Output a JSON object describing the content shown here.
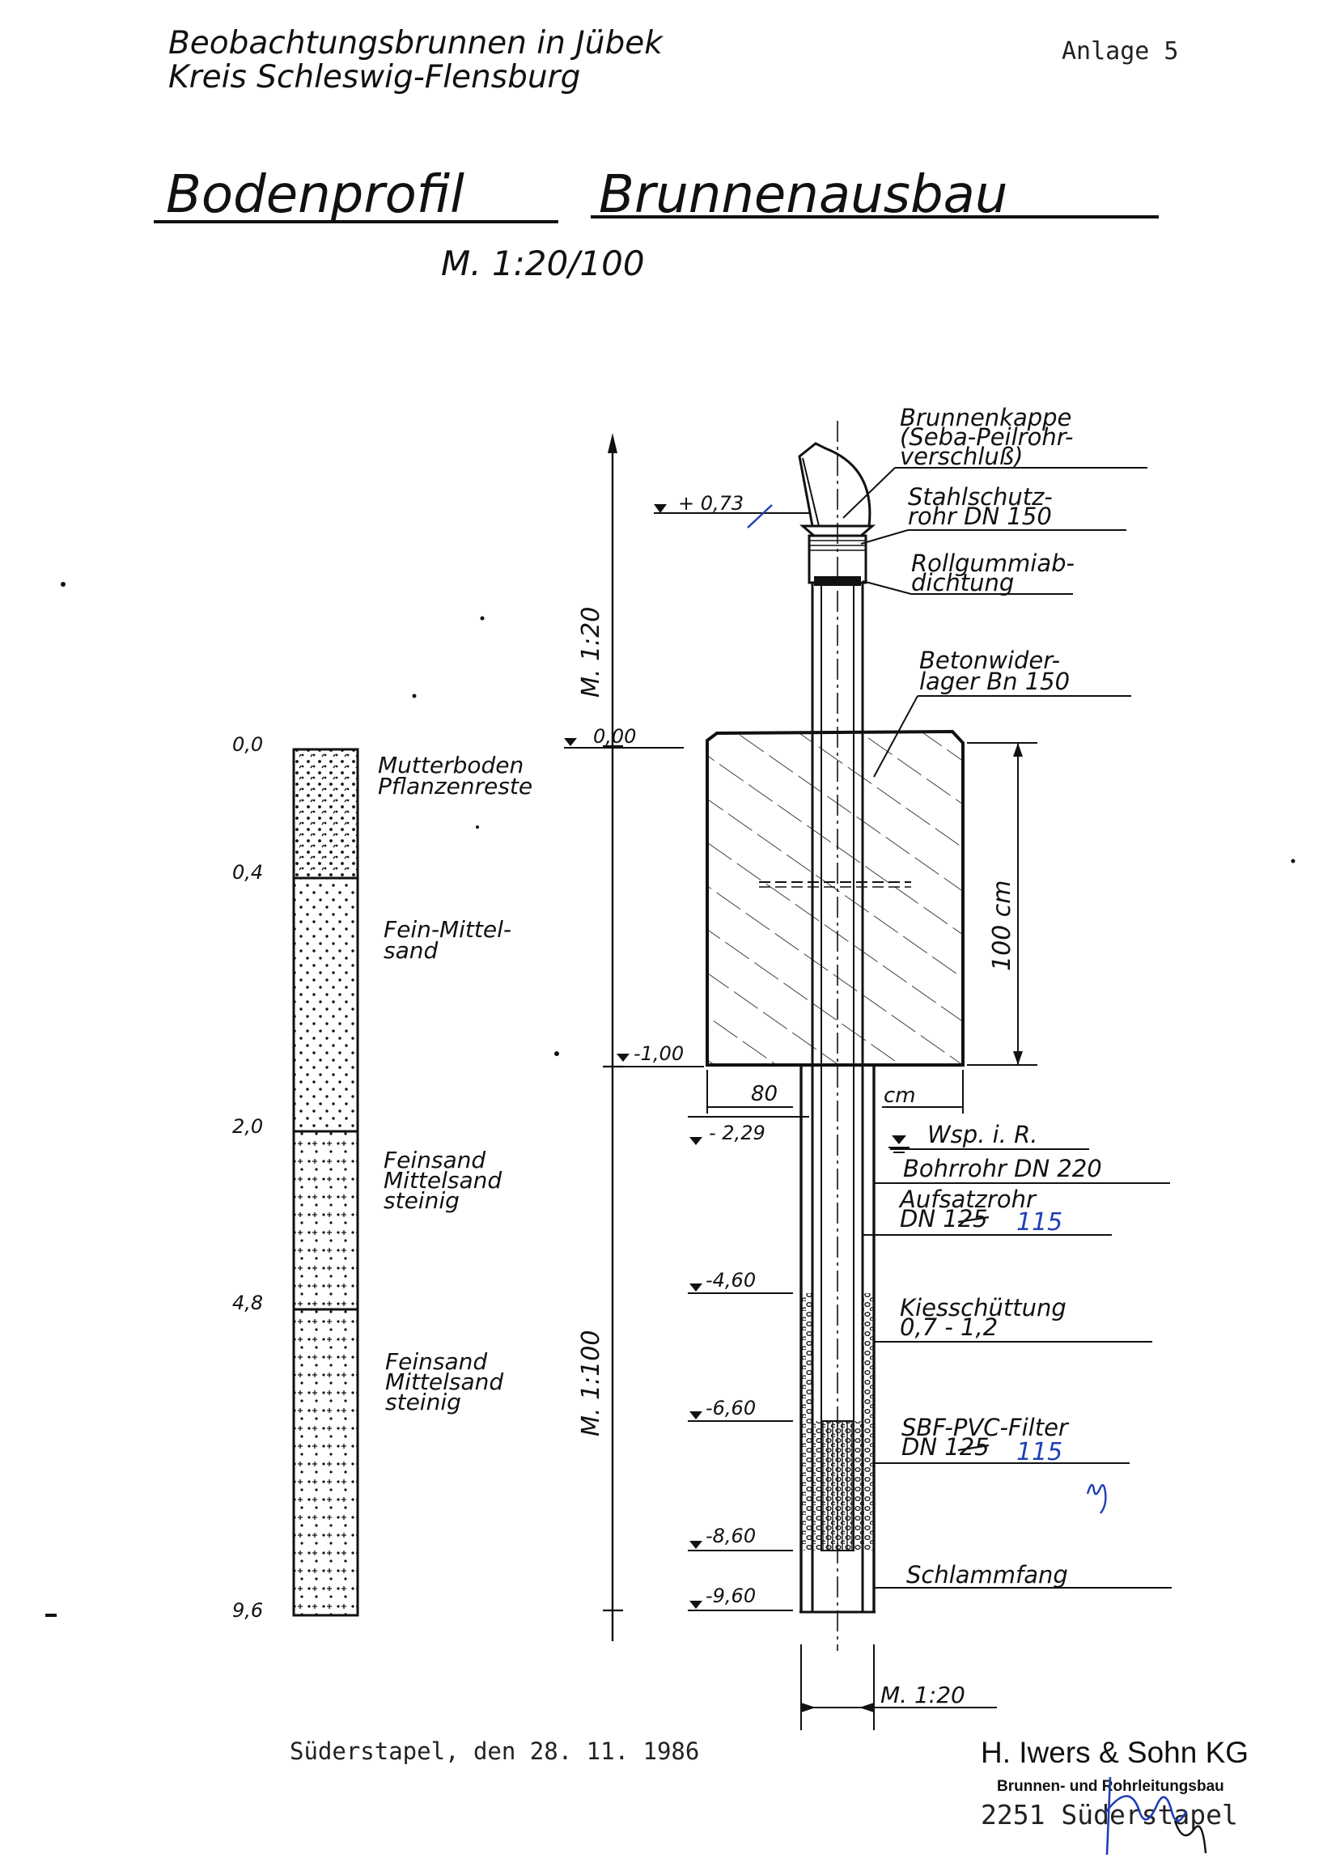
{
  "header": {
    "line1": "Beobachtungsbrunnen in Jübek",
    "line2": "Kreis Schleswig-Flensburg",
    "annex": "Anlage 5",
    "title_left": "Bodenprofil",
    "title_right": "Brunnenausbau",
    "scale": "M. 1:20/100"
  },
  "profile": {
    "depths": [
      "0,0",
      "0,4",
      "2,0",
      "4,8",
      "9,6"
    ],
    "layers": [
      {
        "lines": [
          "Mutterboden",
          "Pflanzenreste"
        ]
      },
      {
        "lines": [
          "Fein-Mittel-",
          "sand"
        ]
      },
      {
        "lines": [
          "Feinsand",
          "Mittelsand",
          "steinig"
        ]
      },
      {
        "lines": [
          "Feinsand",
          "Mittelsand",
          "steinig"
        ]
      }
    ]
  },
  "scale_axis": {
    "upper": "M. 1:20",
    "lower": "M. 1:100",
    "bottom": "M. 1:20"
  },
  "levels": [
    "+ 0,73",
    "0,00",
    "-1,00",
    "- 2,29",
    "-4,60",
    "-6,60",
    "-8,60",
    "-9,60"
  ],
  "dimensions": {
    "height": "100 cm",
    "width": "80",
    "unit": "cm"
  },
  "components": [
    {
      "lines": [
        "Brunnenkappe",
        "(Seba-Peilrohr-",
        "verschluß)"
      ]
    },
    {
      "lines": [
        "Stahlschutz-",
        "rohr DN 150"
      ]
    },
    {
      "lines": [
        "Rollgummiab-",
        "dichtung"
      ]
    },
    {
      "lines": [
        "Betonwider-",
        "lager Bn 150"
      ]
    },
    {
      "lines": [
        "Wsp. i. R."
      ]
    },
    {
      "lines": [
        "Bohrrohr DN 220"
      ]
    },
    {
      "lines": [
        "Aufsatzrohr",
        "DN 125"
      ],
      "correction": "115"
    },
    {
      "lines": [
        "Kiesschüttung",
        "0,7 - 1,2"
      ]
    },
    {
      "lines": [
        "SBF-PVC-Filter",
        "DN 125"
      ],
      "correction": "115"
    },
    {
      "lines": [
        "Schlammfang"
      ]
    }
  ],
  "footer": {
    "place_date": "Süderstapel, den 28. 11. 1986",
    "company": "H. Iwers & Sohn KG",
    "company_sub": "Brunnen- und Rohrleitungsbau",
    "address": "2251 Süderstapel"
  }
}
